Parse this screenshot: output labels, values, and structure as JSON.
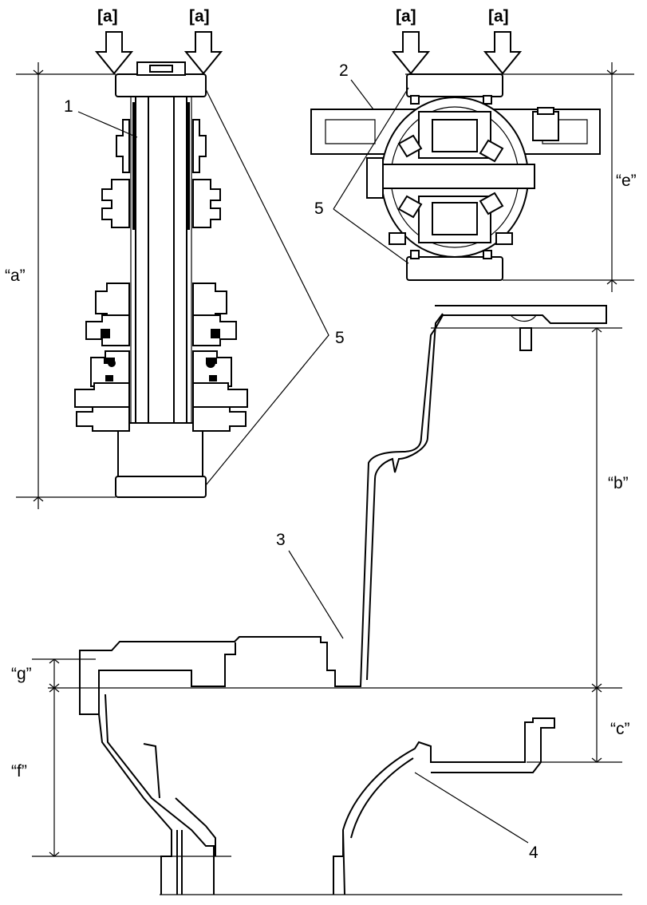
{
  "force_label": "[a]",
  "dimension_labels": {
    "a": "“a”",
    "b": "“b”",
    "c": "“c”",
    "e": "“e”",
    "f": "“f”",
    "g": "“g”"
  },
  "callouts": {
    "n1": "1",
    "n2": "2",
    "n3": "3",
    "n4": "4",
    "n5_upper": "5",
    "n5_lower": "5"
  }
}
